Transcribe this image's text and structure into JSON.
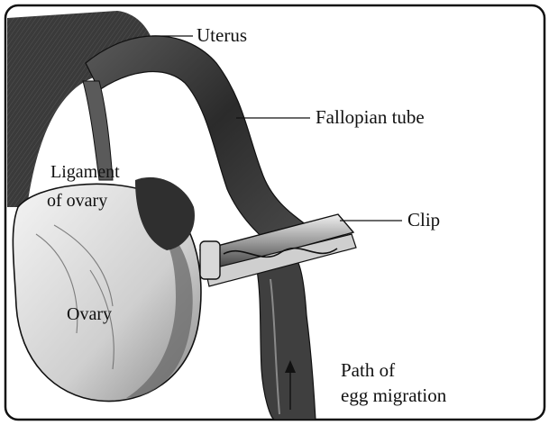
{
  "labels": {
    "uterus": "Uterus",
    "fallopian_tube": "Fallopian tube",
    "clip": "Clip",
    "ligament_line1": "Ligament",
    "ligament_line2": "of ovary",
    "ovary": "Ovary",
    "path_line1": "Path of",
    "path_line2": "egg migration"
  },
  "colors": {
    "ink": "#111111",
    "tissue_dark": "#2a2a2a",
    "tissue_mid": "#6e6e6e",
    "tissue_light": "#d9d9d9"
  }
}
